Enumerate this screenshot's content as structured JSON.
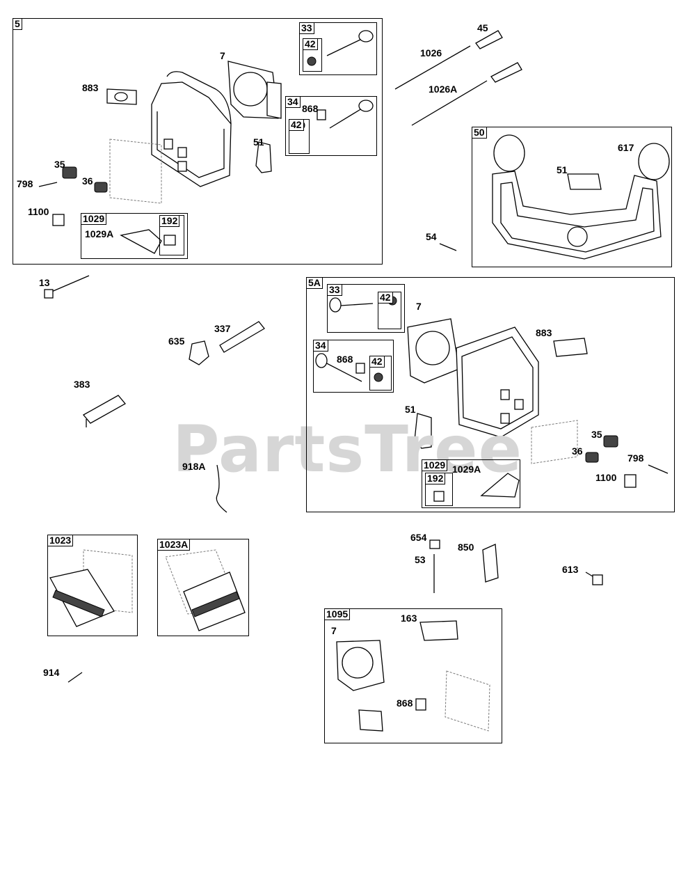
{
  "watermark": "PartsTree",
  "groups": {
    "g5": "5",
    "g33a": "33",
    "g42a": "42",
    "g34a": "34",
    "g42b": "42",
    "g1029a": "1029",
    "g192a": "192",
    "g50": "50",
    "g5A": "5A",
    "g33b": "33",
    "g42c": "42",
    "g34b": "34",
    "g42d": "42",
    "g1029b": "1029",
    "g192b": "192",
    "g1023": "1023",
    "g1023A": "1023A",
    "g1095": "1095"
  },
  "labels": {
    "l7a": "7",
    "l883a": "883",
    "l868a": "868",
    "l51a": "51",
    "l35a": "35",
    "l798a": "798",
    "l36a": "36",
    "l1100a": "1100",
    "l1029Aa": "1029A",
    "l45": "45",
    "l1026": "1026",
    "l1026A": "1026A",
    "l617": "617",
    "l51b": "51",
    "l54": "54",
    "l13": "13",
    "l337": "337",
    "l635": "635",
    "l383": "383",
    "l918A": "918A",
    "l7b": "7",
    "l883b": "883",
    "l868b": "868",
    "l51c": "51",
    "l35b": "35",
    "l36b": "36",
    "l798b": "798",
    "l1100b": "1100",
    "l1029Ab": "1029A",
    "l654": "654",
    "l850": "850",
    "l53": "53",
    "l613": "613",
    "l914": "914",
    "l163": "163",
    "l7c": "7",
    "l868c": "868"
  }
}
